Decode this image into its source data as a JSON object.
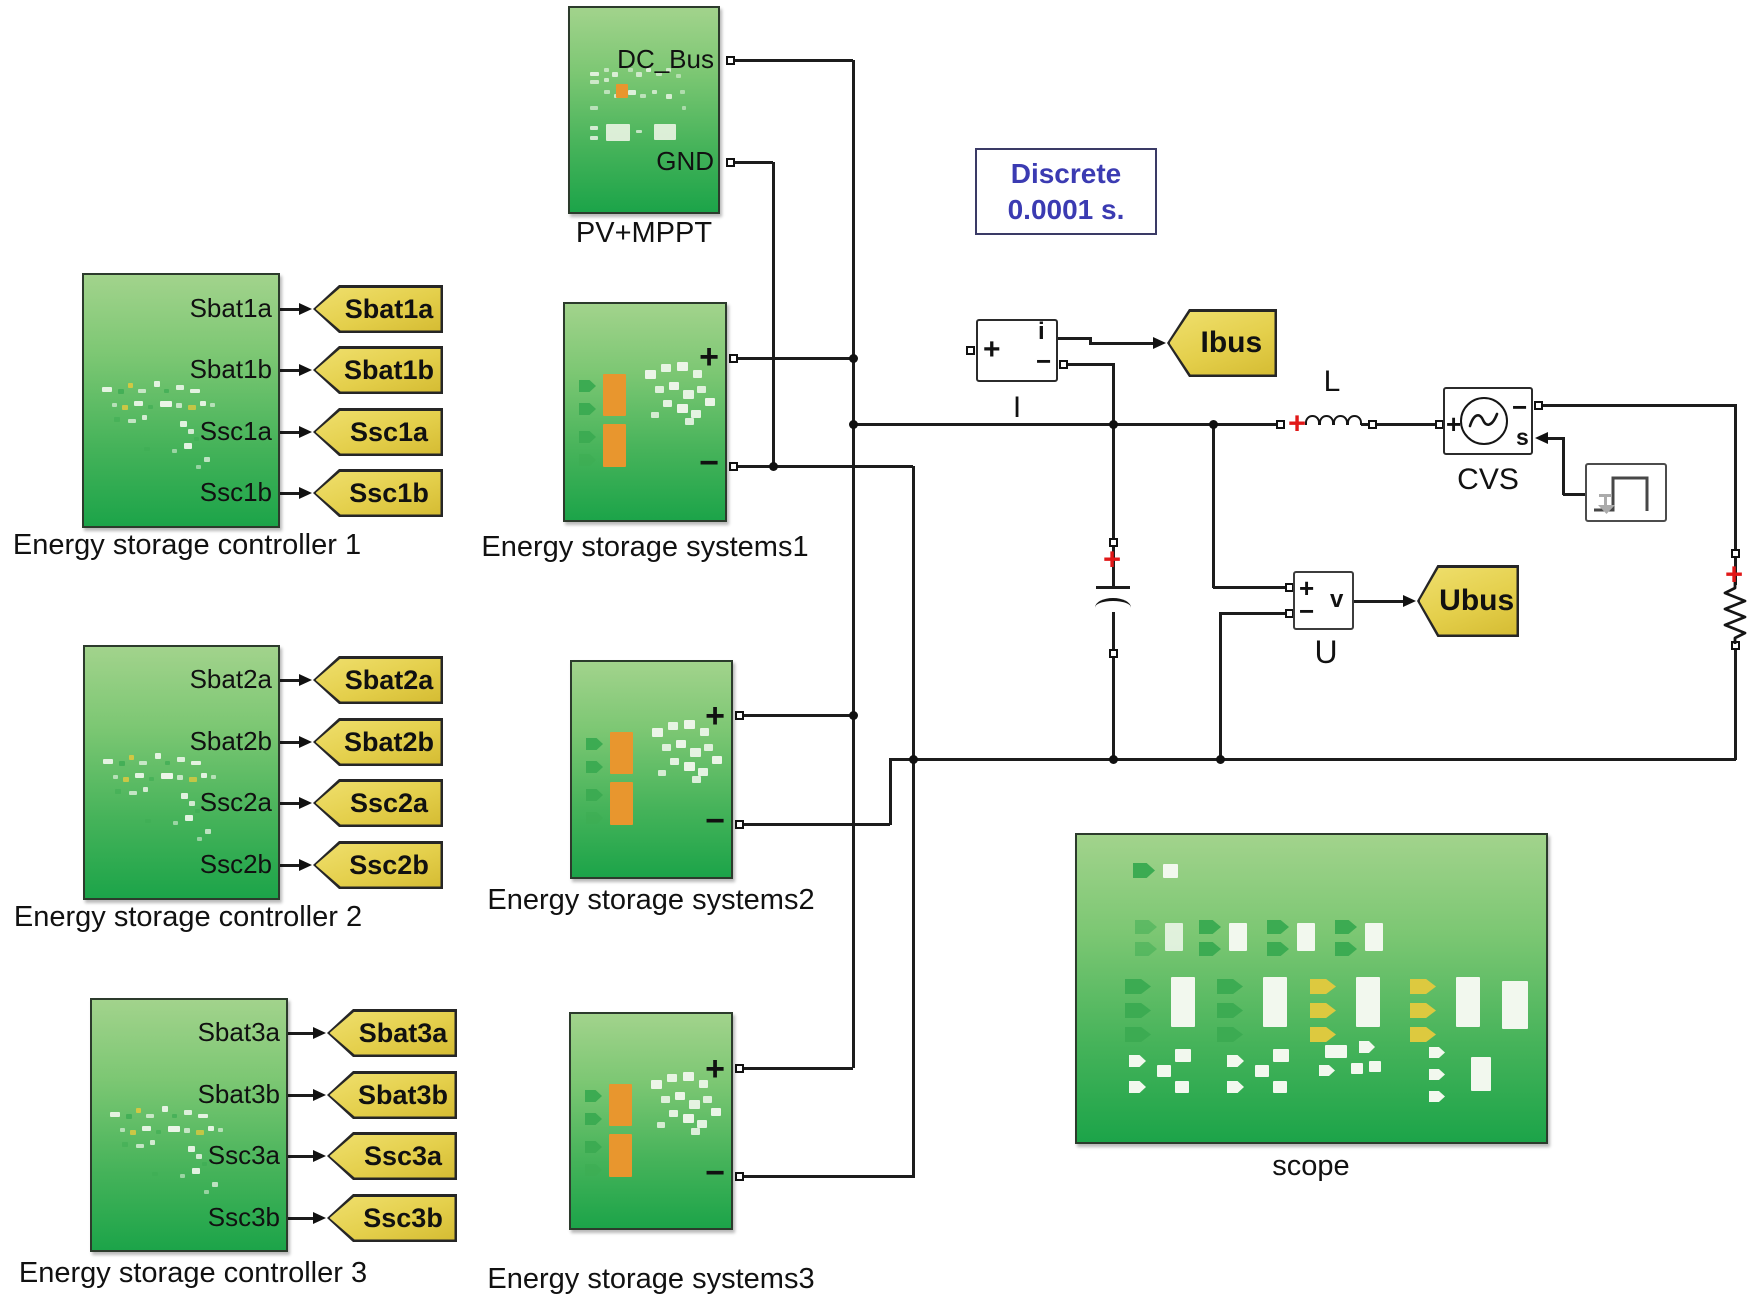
{
  "annotation": {
    "title": "Discrete",
    "subtitle": "0.0001 s."
  },
  "pv": {
    "label": "PV+MPPT",
    "port_dc": "DC_Bus",
    "port_gnd": "GND"
  },
  "controllers": [
    {
      "label": "Energy storage controller 1",
      "ports": [
        "Sbat1a",
        "Sbat1b",
        "Ssc1a",
        "Ssc1b"
      ],
      "tags": [
        "Sbat1a",
        "Sbat1b",
        "Ssc1a",
        "Ssc1b"
      ]
    },
    {
      "label": "Energy storage controller 2",
      "ports": [
        "Sbat2a",
        "Sbat2b",
        "Ssc2a",
        "Ssc2b"
      ],
      "tags": [
        "Sbat2a",
        "Sbat2b",
        "Ssc2a",
        "Ssc2b"
      ]
    },
    {
      "label": "Energy storage controller 3",
      "ports": [
        "Sbat3a",
        "Sbat3b",
        "Ssc3a",
        "Ssc3b"
      ],
      "tags": [
        "Sbat3a",
        "Sbat3b",
        "Ssc3a",
        "Ssc3b"
      ]
    }
  ],
  "systems": [
    {
      "label": "Energy storage systems1",
      "plus": "+",
      "minus": "−"
    },
    {
      "label": "Energy storage systems2",
      "plus": "+",
      "minus": "−"
    },
    {
      "label": "Energy storage systems3",
      "plus": "+",
      "minus": "−"
    }
  ],
  "current_meter": {
    "label": "I",
    "plus": "+",
    "out_i": "i",
    "minus": "−"
  },
  "voltage_meter": {
    "label": "U",
    "plus": "+",
    "minus": "−",
    "out_v": "v"
  },
  "goto_ibus": "Ibus",
  "goto_ubus": "Ubus",
  "inductor": {
    "label": "L"
  },
  "cvs": {
    "label": "CVS",
    "plus": "+",
    "minus": "−",
    "s": "s"
  },
  "scope": {
    "label": "scope"
  },
  "polarity": {
    "plus": "+"
  },
  "colors": {
    "block_green_top": "#a2d38c",
    "block_green_bottom": "#1ca449",
    "tag_yellow": "#e4cf4b",
    "annotation_blue": "#3b3bb2",
    "polarity_red": "#e11818",
    "wire": "#1c1c1c",
    "orange_thumb": "#e8962e"
  }
}
